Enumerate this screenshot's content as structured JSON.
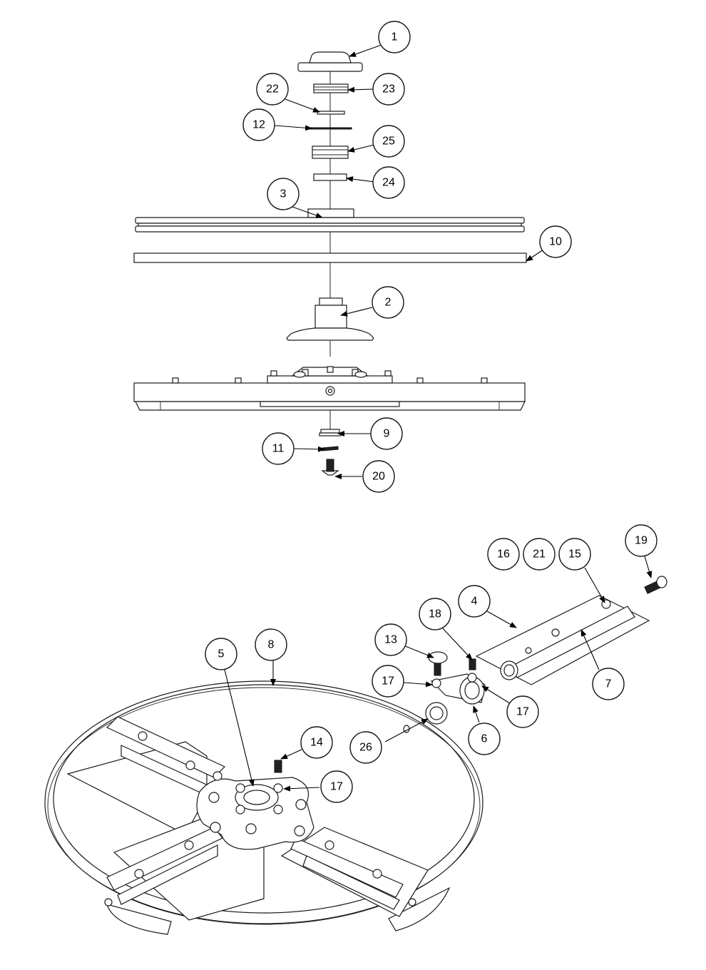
{
  "callouts": [
    {
      "label": "1"
    },
    {
      "label": "22"
    },
    {
      "label": "23"
    },
    {
      "label": "12"
    },
    {
      "label": "25"
    },
    {
      "label": "24"
    },
    {
      "label": "3"
    },
    {
      "label": "10"
    },
    {
      "label": "2"
    },
    {
      "label": "9"
    },
    {
      "label": "11"
    },
    {
      "label": "20"
    },
    {
      "label": "19"
    },
    {
      "label": "16"
    },
    {
      "label": "21"
    },
    {
      "label": "15"
    },
    {
      "label": "4"
    },
    {
      "label": "18"
    },
    {
      "label": "13"
    },
    {
      "label": "8"
    },
    {
      "label": "5"
    },
    {
      "label": "17"
    },
    {
      "label": "7"
    },
    {
      "label": "17"
    },
    {
      "label": "6"
    },
    {
      "label": "26"
    },
    {
      "label": "14"
    },
    {
      "label": "17"
    }
  ]
}
